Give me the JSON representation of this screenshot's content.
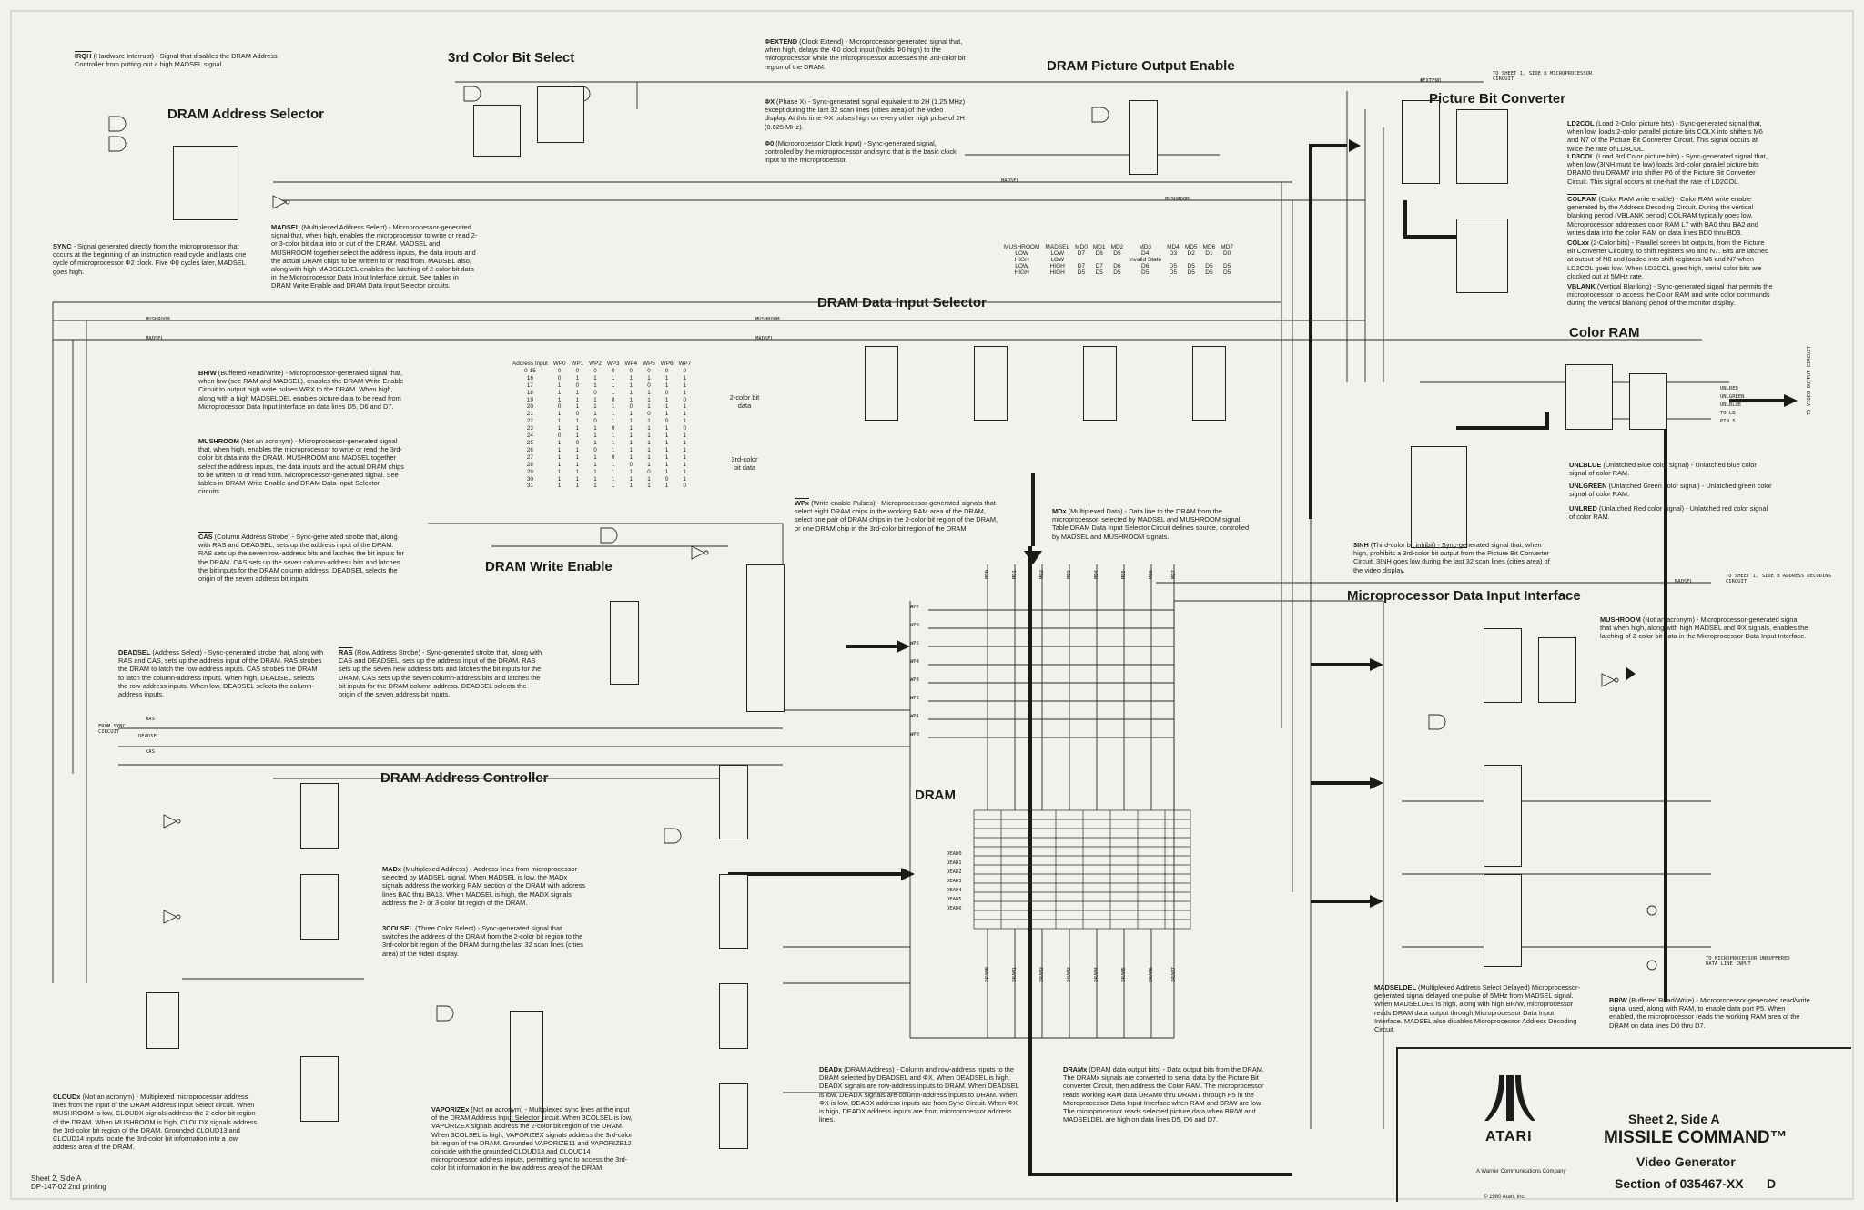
{
  "titles": {
    "dram_address_selector": "DRAM Address Selector",
    "color_bit_select": "3rd Color Bit Select",
    "dram_picture_output_enable": "DRAM Picture Output Enable",
    "picture_bit_converter": "Picture Bit Converter",
    "color_ram": "Color RAM",
    "dram_data_input_selector": "DRAM Data Input Selector",
    "dram_write_enable": "DRAM Write Enable",
    "microprocessor_data_input_interface": "Microprocessor Data Input Interface",
    "dram_address_controller": "DRAM Address Controller",
    "dram": "DRAM"
  },
  "notes": {
    "irqh": {
      "term": "IRQH",
      "text": " (Hardware Interrupt) - Signal that disables the DRAM Address Controller from putting out a high MADSEL signal."
    },
    "sync": {
      "term": "SYNC",
      "text": " - Signal generated directly from the microprocessor that occurs at the beginning of an instruction read cycle and lasts one cycle of microprocessor Φ2 clock. Five Φ0 cycles later, MADSEL goes high."
    },
    "madsel": {
      "term": "MADSEL",
      "text": " (Multiplexed Address Select) - Microprocessor-generated signal that, when high, enables the microprocessor to write or read 2- or 3-color bit data into or out of the DRAM. MADSEL and MUSHROOM together select the address inputs, the data inputs and the actual DRAM chips to be written to or read from. MADSEL also, along with high MADSELDEL enables the latching of 2-color bit data in the Microprocessor Data Input Interface circuit. See tables in DRAM Write Enable and DRAM Data Input Selector circuits."
    },
    "extend": {
      "term": "ΦEXTEND",
      "text": " (Clock Extend) - Microprocessor-generated signal that, when high, delays the Φ0 clock input (holds Φ0 high) to the microprocessor while the microprocessor accesses the 3rd-color bit region of the DRAM."
    },
    "phasex": {
      "term": "ΦX",
      "text": " (Phase X) - Sync-generated signal equivalent to 2H (1.25 MHz) except during the last 32 scan lines (cities area) of the video display. At this time ΦX pulses high on every other high pulse of 2H (0.625 MHz)."
    },
    "phi0": {
      "term": "Φ0",
      "text": " (Microprocessor Clock Input) - Sync-generated signal, controlled by the microprocessor and sync that is the basic clock input to the microprocessor."
    },
    "ld2col": {
      "term": "LD2COL",
      "text": " (Load 2-Color picture bits) - Sync-generated signal that, when low, loads 2-color parallel picture bits COLX into shifters M6 and N7 of the Picture Bit Converter Circuit. This signal occurs at twice the rate of LD3COL."
    },
    "ld3col": {
      "term": "LD3COL",
      "text": " (Load 3rd Color picture bits) - Sync-generated signal that, when low (3INH must be low) loads 3rd-color parallel picture bits DRAM0 thru DRAM7 into shifter P6 of the Picture Bit Converter Circuit. This signal occurs at one-half the rate of LD2COL."
    },
    "colram": {
      "term": "COLRAM",
      "text": " (Color RAM write enable) - Color RAM write enable generated by the Address Decoding Circuit. During the vertical blanking period (VBLANK period) COLRAM typically goes low. Microprocessor addresses color RAM L7 with BA0 thru BA2 and writes data into the color RAM on data lines BD0 thru BD3."
    },
    "colxx": {
      "term": "COLxx",
      "text": " (2-Color bits) - Parallel screen bit outputs, from the Picture Bit Converter Circuitry, to shift registers M6 and N7. Bits are latched at output of N8 and loaded into shift registers M6 and N7 when LD2COL goes low. When LD2COL goes high, serial color bits are clocked out at 5MHz rate."
    },
    "vblank": {
      "term": "VBLANK",
      "text": " (Vertical Blanking) - Sync-generated signal that permits the microprocessor to access the Color RAM and write color commands during the vertical blanking period of the monitor display."
    },
    "unlblue": {
      "term": "UNLBLUE",
      "text": " (Unlatched Blue color signal) - Unlatched blue color signal of color RAM."
    },
    "unlgreen": {
      "term": "UNLGREEN",
      "text": " (Unlatched Green color signal) - Unlatched green color signal of color RAM."
    },
    "unlred": {
      "term": "UNLRED",
      "text": " (Unlatched Red color signal) - Unlatched red color signal of color RAM."
    },
    "brw": {
      "term": "BR/W",
      "text": " (Buffered Read/Write) - Microprocessor-generated signal that, when low (see RAM and MADSEL), enables the DRAM Write Enable Circuit to output high write pulses WPX to the DRAM. When high, along with a high MADSELDEL enables picture data to be read from Microprocessor Data Input Interface on data lines D5, D6 and D7."
    },
    "mushroom_left": {
      "term": "MUSHROOM",
      "text": " (Not an acronym) - Microprocessor-generated signal that, when high, enables the microprocessor to write or read the 3rd-color bit data into the DRAM. MUSHROOM and MADSEL together select the address inputs, the data inputs and the actual DRAM chips to be written to or read from. Microprocessor-generated signal. See tables in DRAM Write Enable and DRAM Data Input Selector circuits."
    },
    "cas": {
      "term": "CAS",
      "text": " (Column Address Strobe) - Sync-generated strobe that, along with RAS and DEADSEL, sets up the address input of the DRAM. RAS sets up the seven row-address bits and latches the bit inputs for the DRAM. CAS sets up the seven column-address bits and latches the bit inputs for the DRAM column address. DEADSEL selects the origin of the seven address bit inputs."
    },
    "deadsel": {
      "term": "DEADSEL",
      "text": " (Address Select) - Sync-generated strobe that, along with RAS and CAS, sets up the address input of the DRAM. RAS strobes the DRAM to latch the row-address inputs. CAS strobes the DRAM to latch the column-address inputs. When high, DEADSEL selects the row-address inputs. When low, DEADSEL selects the column-address inputs."
    },
    "ras": {
      "term": "RAS",
      "text": " (Row Address Strobe) - Sync-generated strobe that, along with CAS and DEADSEL, sets up the address input of the DRAM. RAS sets up the seven new address bits and latches the bit inputs for the DRAM. CAS sets up the seven column-address bits and latches the bit inputs for the DRAM column address. DEADSEL selects the origin of the seven address bit inputs."
    },
    "wpx": {
      "term": "WPx",
      "text": " (Write enable Pulses) - Microprocessor-generated signals that select eight DRAM chips in the working RAM area of the DRAM, select one pair of DRAM chips in the 2-color bit region of the DRAM, or one DRAM chip in the 3rd-color bit region of the DRAM."
    },
    "mdx": {
      "term": "MDx",
      "text": " (Multiplexed Data) - Data line to the DRAM from the microprocessor, selected by MADSEL and MUSHROOM signal. Table DRAM Data Input Selector Circuit defines source, controlled by MADSEL and MUSHROOM signals."
    },
    "threeinh": {
      "term": "3INH",
      "text": " (Third-color bit inhibit) - Sync-generated signal that, when high, prohibits a 3rd-color bit output from the Picture Bit Converter Circuit. 3INH goes low during the last 32 scan lines (cities area) of the video display."
    },
    "mushroom_right": {
      "term": "MUSHROOM",
      "text": " (Not an acronym) - Microprocessor-generated signal that when high, along with high MADSEL and ΦX signals, enables the latching of 2-color bit data in the Microprocessor Data Input Interface."
    },
    "madx": {
      "term": "MADx",
      "text": " (Multiplexed Address) - Address lines from microprocessor selected by MADSEL signal. When MADSEL is low, the MADx signals address the working RAM section of the DRAM with address lines BA0 thru BA13. When MADSEL is high, the MADX signals address the 2- or 3-color bit region of the DRAM."
    },
    "threecolsel": {
      "term": "3COLSEL",
      "text": " (Three Color Select) - Sync-generated signal that switches the address of the DRAM from the 2-color bit region to the 3rd-color bit region of the DRAM during the last 32 scan lines (cities area) of the video display."
    },
    "cloudx": {
      "term": "CLOUDx",
      "text": " (Not an acronym) - Multiplexed microprocessor address lines from the input of the DRAM Address Input Select circuit. When MUSHROOM is low, CLOUDX signals address the 2-color bit region of the DRAM. When MUSHROOM is high, CLOUDX signals address the 3rd-color bit region of the DRAM. Grounded CLOUD13 and CLOUD14 inputs locate the 3rd-color bit information into a low address area of the DRAM."
    },
    "vaporize": {
      "term": "VAPORIZEx",
      "text": " (Not an acronym) - Multiplexed sync lines at the input of the DRAM Address Input Selector circuit. When 3COLSEL is low, VAPORIZEX signals address the 2-color bit region of the DRAM. When 3COLSEL is high, VAPORIZEX signals address the 3rd-color bit region of the DRAM. Grounded VAPORIZE11 and VAPORIZE12 coincide with the grounded CLOUD13 and CLOUD14 microprocessor address inputs, permitting sync to access the 3rd-color bit information in the low address area of the DRAM."
    },
    "deadx": {
      "term": "DEADx",
      "text": " (DRAM Address) - Column and row-address inputs to the DRAM selected by DEADSEL and ΦX. When DEADSEL is high, DEADX signals are row-address inputs to DRAM. When DEADSEL is low, DEADX signals are column-address inputs to DRAM. When ΦX is low, DEADX address inputs are from Sync Circuit. When ΦX is high, DEADX address inputs are from microprocessor address lines."
    },
    "dramx": {
      "term": "DRAMx",
      "text": " (DRAM data output bits) - Data output bits from the DRAM. The DRAMx signals are converted to serial data by the Picture Bit converter Circuit, then address the Color RAM. The microprocessor reads working RAM data DRAM0 thru DRAM7 through P5 in the Microprocessor Data Input Interface when RAM and BR/W are low. The microprocessor reads selected picture data when BR/W and MADSELDEL are high on data lines D5, D6 and D7."
    },
    "madseldel": {
      "term": "MADSELDEL",
      "text": " (Multiplexed Address Select Delayed) Microprocessor-generated signal delayed one pulse of 5MHz from MADSEL signal. When MADSELDEL is high, along with high BR/W, microprocessor reads DRAM data output through Microprocessor Data Input Interface. MADSEL also disables Microprocessor Address Decoding Circuit."
    },
    "brw2": {
      "term": "BR/W",
      "text": " (Buffered Read/Write) - Microprocessor-generated read/write signal used, along with RAM, to enable data port P5. When enabled, the microprocessor reads the working RAM area of the DRAM on data lines D0 thru D7."
    }
  },
  "signals": {
    "madsel": "MADSEL",
    "mushroom": "MUSHROOM",
    "extend": "ΦEXTEND",
    "to_sheet_extend": "TO SHEET 1, SIDE B MICROPROCESSOR CIRCUIT",
    "to_sheet_madsel": "TO SHEET 1, SIDE B ADDRESS DECODING CIRCUIT",
    "to_video": "TO VIDEO OUTPUT CIRCUIT",
    "to_micro": "TO MICROPROCESSOR UNBUFFERED DATA LINE INPUT",
    "from_sync": "FROM SYNC CIRCUIT",
    "ras": "RAS",
    "deadsel": "DEADSEL",
    "cas": "CAS",
    "unlred": "UNLRED",
    "unlgreen": "UNLGREEN",
    "unlblue": "UNLBLUE",
    "pin5": "PIN 5",
    "to_lb": "TO LB"
  },
  "bus_labels": {
    "wp": [
      "WP7",
      "WP6",
      "WP5",
      "WP4",
      "WP3",
      "WP2",
      "WP1",
      "WP0"
    ],
    "md": [
      "MD0",
      "MD1",
      "MD2",
      "MD3",
      "MD4",
      "MD5",
      "MD6",
      "MD7"
    ],
    "dram": [
      "DRAM0",
      "DRAM1",
      "DRAM2",
      "DRAM3",
      "DRAM4",
      "DRAM5",
      "DRAM6",
      "DRAM7"
    ],
    "dead": [
      "DEAD0",
      "DEAD1",
      "DEAD2",
      "DEAD3",
      "DEAD4",
      "DEAD5",
      "DEAD6"
    ]
  },
  "mux_table": {
    "headers": [
      "MUSHROOM",
      "MADSEL",
      "MD0",
      "MD1",
      "MD2",
      "MD3",
      "MD4",
      "MD5",
      "MD6",
      "MD7"
    ],
    "rows": [
      [
        "LOW",
        "LOW",
        "D7",
        "D6",
        "D5",
        "D4",
        "D3",
        "D2",
        "D1",
        "D0"
      ],
      [
        "HIGH",
        "LOW",
        "",
        "",
        "",
        "Invalid State",
        "",
        "",
        "",
        ""
      ],
      [
        "LOW",
        "HIGH",
        "D7",
        "D7",
        "D6",
        "D6",
        "D5",
        "D5",
        "D5",
        "D5"
      ],
      [
        "HIGH",
        "HIGH",
        "D5",
        "D5",
        "D5",
        "D5",
        "D5",
        "D5",
        "D5",
        "D5"
      ]
    ]
  },
  "wp_table": {
    "headers": [
      "Address Input",
      "WP0",
      "WP1",
      "WP2",
      "WP3",
      "WP4",
      "WP5",
      "WP6",
      "WP7"
    ],
    "rows": [
      [
        "0-15",
        "0",
        "0",
        "0",
        "0",
        "0",
        "0",
        "0",
        "0"
      ],
      [
        "16",
        "0",
        "1",
        "1",
        "1",
        "1",
        "1",
        "1",
        "1"
      ],
      [
        "17",
        "1",
        "0",
        "1",
        "1",
        "1",
        "0",
        "1",
        "1"
      ],
      [
        "18",
        "1",
        "1",
        "0",
        "1",
        "1",
        "1",
        "0",
        "1"
      ],
      [
        "19",
        "1",
        "1",
        "1",
        "0",
        "1",
        "1",
        "1",
        "0"
      ],
      [
        "20",
        "0",
        "1",
        "1",
        "1",
        "0",
        "1",
        "1",
        "1"
      ],
      [
        "21",
        "1",
        "0",
        "1",
        "1",
        "1",
        "0",
        "1",
        "1"
      ],
      [
        "22",
        "1",
        "1",
        "0",
        "1",
        "1",
        "1",
        "0",
        "1"
      ],
      [
        "23",
        "1",
        "1",
        "1",
        "0",
        "1",
        "1",
        "1",
        "0"
      ],
      [
        "24",
        "0",
        "1",
        "1",
        "1",
        "1",
        "1",
        "1",
        "1"
      ],
      [
        "25",
        "1",
        "0",
        "1",
        "1",
        "1",
        "1",
        "1",
        "1"
      ],
      [
        "26",
        "1",
        "1",
        "0",
        "1",
        "1",
        "1",
        "1",
        "1"
      ],
      [
        "27",
        "1",
        "1",
        "1",
        "0",
        "1",
        "1",
        "1",
        "1"
      ],
      [
        "28",
        "1",
        "1",
        "1",
        "1",
        "0",
        "1",
        "1",
        "1"
      ],
      [
        "29",
        "1",
        "1",
        "1",
        "1",
        "1",
        "0",
        "1",
        "1"
      ],
      [
        "30",
        "1",
        "1",
        "1",
        "1",
        "1",
        "1",
        "0",
        "1"
      ],
      [
        "31",
        "1",
        "1",
        "1",
        "1",
        "1",
        "1",
        "1",
        "0"
      ]
    ],
    "group_2color": "2-color bit data",
    "group_3color": "3rd-color bit data"
  },
  "titleblock": {
    "sheet": "Sheet 2, Side A",
    "title": "MISSILE COMMAND™",
    "subtitle": "Video Generator",
    "section": "Section of 035467-XX",
    "rev": "D",
    "brand": "ATARI",
    "wcc": "A Warner Communications Company",
    "copyright": "© 1980 Atari, Inc."
  },
  "footer": {
    "line1": "Sheet 2, Side A",
    "line2": "DP-147-02 2nd printing"
  }
}
